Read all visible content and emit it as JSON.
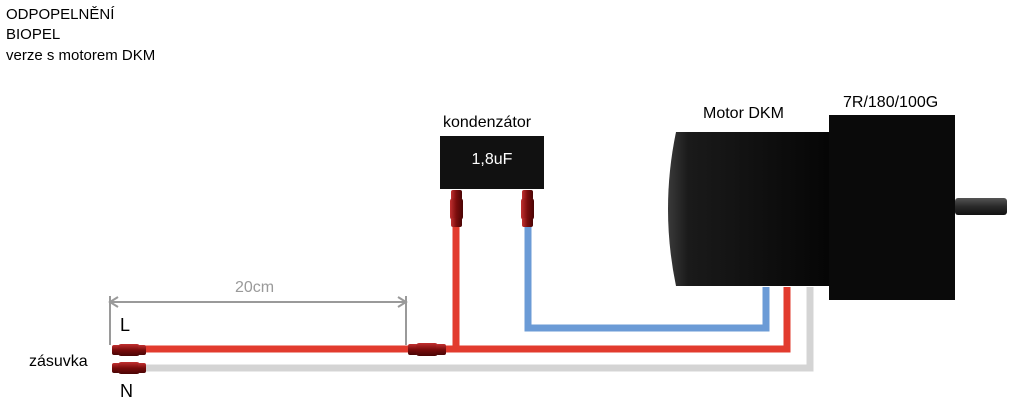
{
  "title": {
    "lines": [
      "ODPOPELNĚNÍ",
      "BIOPEL",
      "verze s motorem DKM"
    ]
  },
  "capacitor": {
    "label": "kondenzátor",
    "value": "1,8uF"
  },
  "motor": {
    "label": "Motor DKM",
    "gearbox": "7R/180/100G"
  },
  "socket": {
    "label": "zásuvka",
    "line": "L",
    "neutral": "N"
  },
  "dimension": {
    "length": "20cm"
  },
  "colors": {
    "live_wire": "#e23b2e",
    "capacitor_wire": "#6b9bd6",
    "neutral_wire": "#d4d4d4",
    "connector": "#8a1010",
    "component_body": "#111111",
    "dimension_line": "#9a9a9a"
  }
}
